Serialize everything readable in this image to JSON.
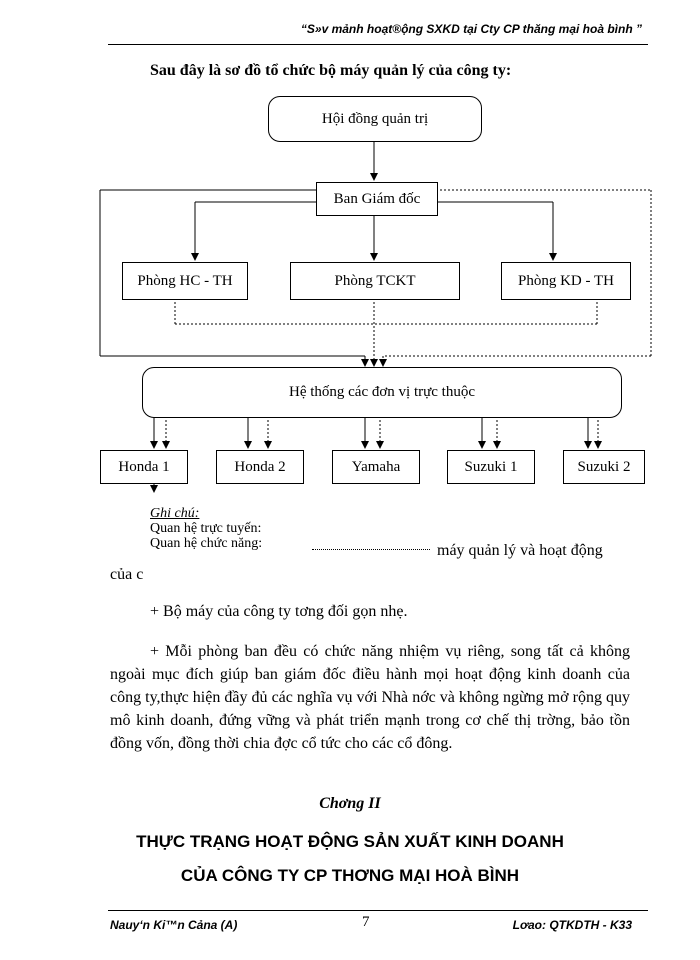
{
  "header": {
    "text": "“S»v mảnh hoạt®ộng SXKD tại Cty CP thăng    mại hoà bình ”"
  },
  "intro": "Sau đây là sơ đồ tổ chức bộ máy quản lý của công ty:",
  "org": {
    "board": "Hội đồng quản trị",
    "directors": "Ban Giám đốc",
    "dept_hc": "Phòng HC - TH",
    "dept_tckt": "Phòng TCKT",
    "dept_kd": "Phòng KD - TH",
    "units_system": "Hệ thống các đơn vị trực thuộc",
    "units": [
      "Honda 1",
      "Honda 2",
      "Yamaha",
      "Suzuki 1",
      "Suzuki 2"
    ]
  },
  "legend": {
    "title": "Ghi chú:",
    "online": "Quan hệ trực tuyến:",
    "functional": "Quan hệ chức năng:"
  },
  "body": {
    "line1_tail": "máy quản lý và hoạt động",
    "line2_head": "của c",
    "p1": "+ Bộ máy của công ty tơng   đối gọn nhẹ.",
    "p2": "+ Mỗi phòng ban đều có chức năng nhiệm vụ riêng, song tất cả không ngoài mục đích giúp ban giám đốc điều hành mọi hoạt động kinh doanh của công ty,thực hiện đầy đủ các nghĩa vụ với Nhà nớc   và không ngừng mở rộng quy mô kinh doanh, đứng vững và phát triển mạnh trong cơ chế thị trờng,   bảo tồn đồng vốn, đồng thời chia đợc   cổ tức cho các cổ đông."
  },
  "chapter": "Chơng   II",
  "title1": "THỰC TRẠNG HOẠT ĐỘNG SẢN XUẤT KINH DOANH",
  "title2": "CỦA CÔNG TY CP THƠNG    MẠI HOÀ BÌNH",
  "footer": {
    "left": "Nauy‘n Ki™n Cảna   (A)",
    "page": "7",
    "right": "Lơao: QTKDTH - K33"
  }
}
